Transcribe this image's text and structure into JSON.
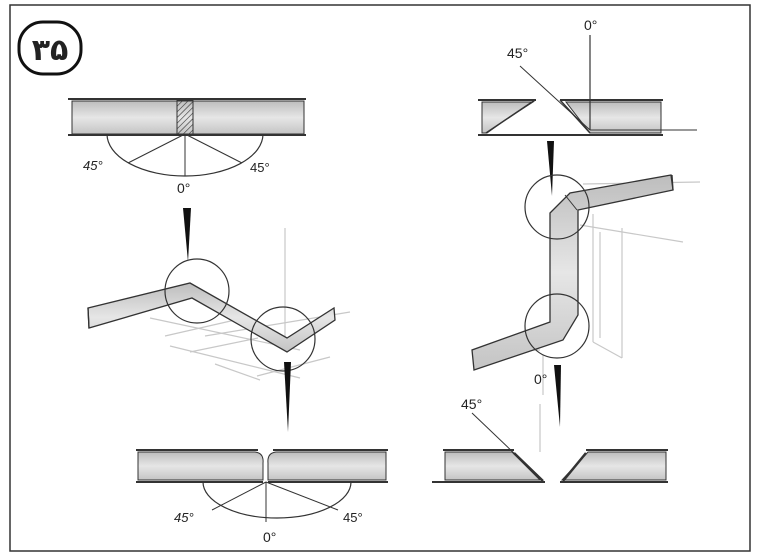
{
  "badge": {
    "number": "۳۵"
  },
  "labels": {
    "top_left": {
      "left": "45°",
      "right": "45°",
      "bottom": "0°"
    },
    "top_right": {
      "vertical": "0°",
      "slant": "45°"
    },
    "bottom_left": {
      "left": "45°",
      "right": "45°",
      "bottom": "0°"
    },
    "bottom_right": {
      "vertical": "0°",
      "slant": "45°"
    }
  },
  "colors": {
    "plate_fill": "#d2d2d2",
    "ink": "#222222",
    "grid": "#c8c8c8"
  }
}
